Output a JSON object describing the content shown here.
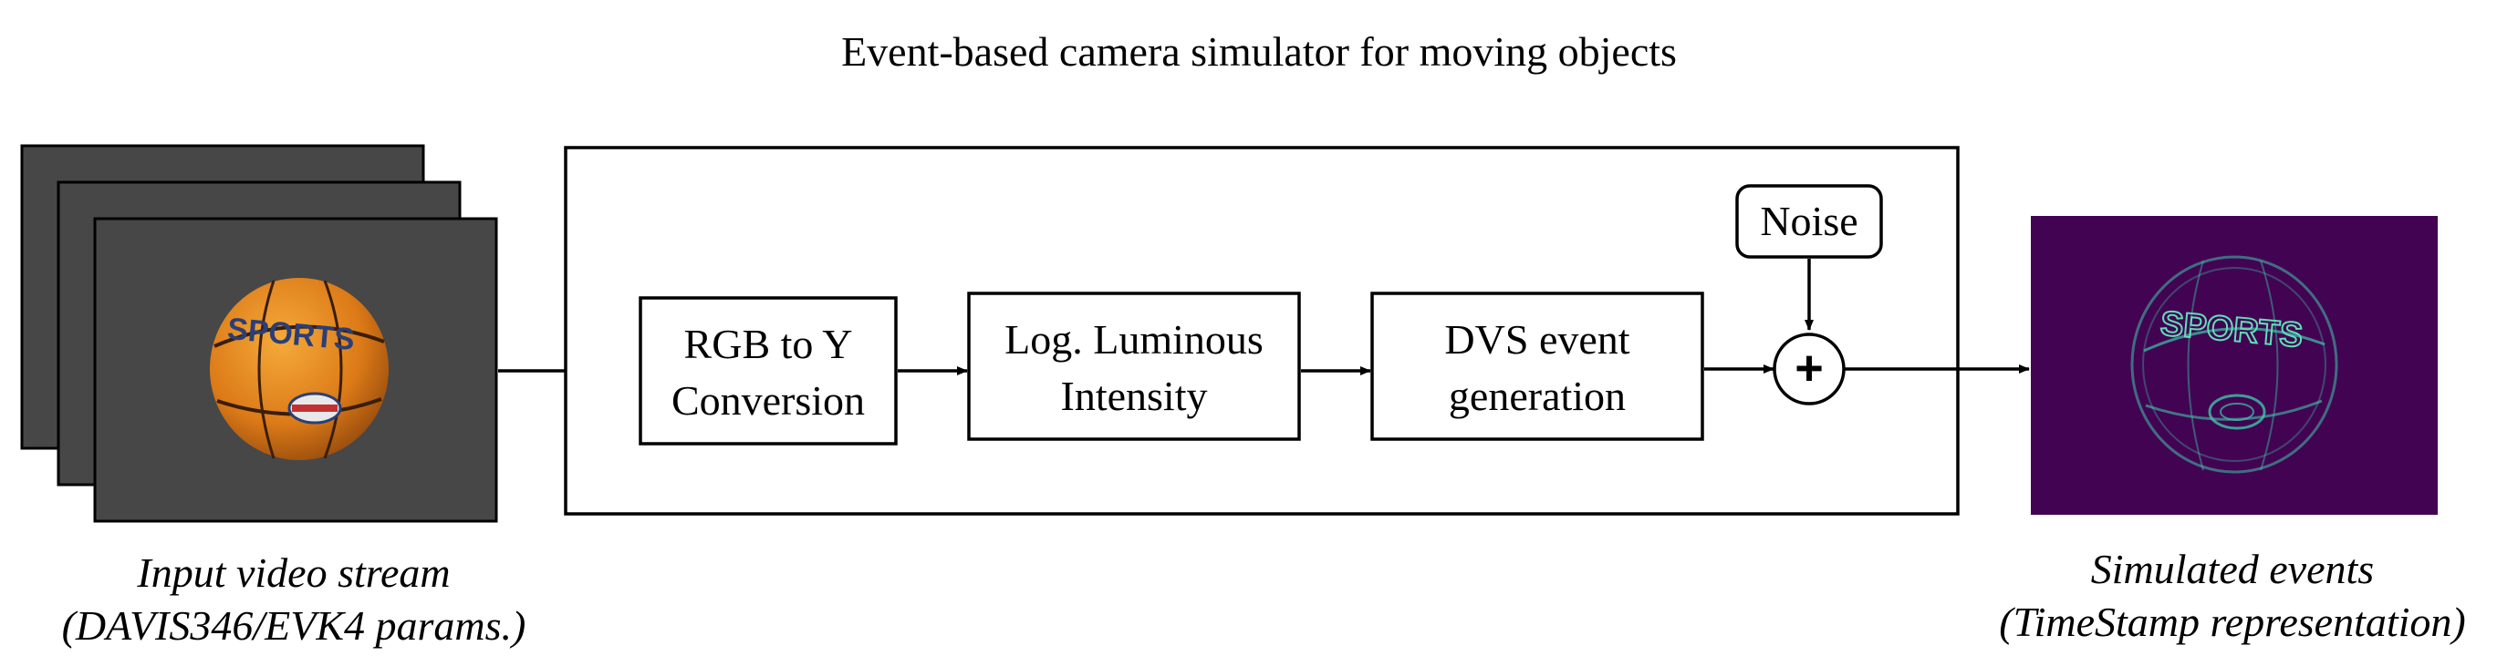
{
  "title": "Event-based camera simulator for moving objects",
  "input": {
    "ball_label": "SPORTS",
    "caption_line1": "Input video stream",
    "caption_line2": "(DAVIS346/EVK4 params.)",
    "frame_color": "#474747",
    "ball_color": "#e0861c"
  },
  "pipeline": {
    "blocks": [
      {
        "line1": "RGB to Y",
        "line2": "Conversion"
      },
      {
        "line1": "Log. Luminous",
        "line2": "Intensity"
      },
      {
        "line1": "DVS event",
        "line2": "generation"
      }
    ],
    "noise_label": "Noise",
    "sum_symbol": "+"
  },
  "output": {
    "ball_label": "SPORTS",
    "caption_line1": "Simulated events",
    "caption_line2": "(TimeStamp representation)",
    "background_color": "#420452",
    "event_color": "#3fc4a8"
  }
}
